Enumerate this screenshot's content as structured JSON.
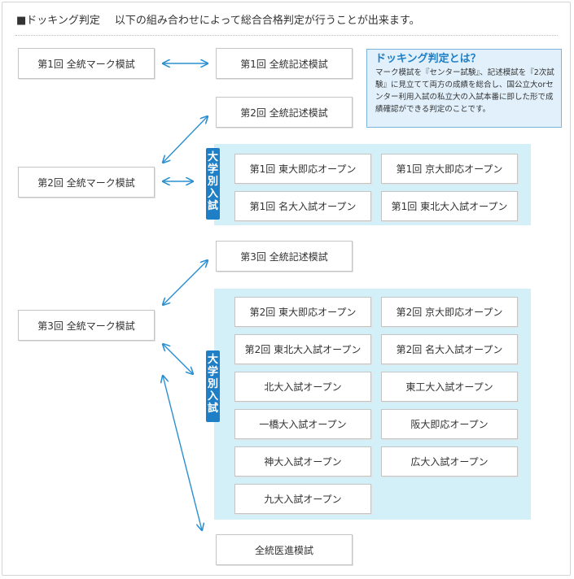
{
  "header": {
    "title": "■ドッキング判定",
    "description": "以下の組み合わせによって総合合格判定が行うことが出来ます。"
  },
  "info": {
    "title": "ドッキング判定とは？",
    "body": "マーク模試を『センター試験』、記述模試を『2次試験』に見立てて両方の成績を総合し、国公立大orセンター利用入試の私立大の入試本番に即した形で成績確認ができる判定のことです。"
  },
  "mark_exams": [
    "第1回 全統マーク模試",
    "第2回 全統マーク模試",
    "第3回 全統マーク模試"
  ],
  "written_exams": [
    "第1回 全統記述模試",
    "第2回 全統記述模試",
    "第3回 全統記述模試"
  ],
  "medical_exam": "全統医進模試",
  "university_label": "大\n学\n別\n入\n試",
  "group1": [
    "第1回 東大即応オープン",
    "第1回 京大即応オープン",
    "第1回 名大入試オープン",
    "第1回 東北大入試オープン"
  ],
  "group2": [
    "第2回 東大即応オープン",
    "第2回 京大即応オープン",
    "第2回 東北大入試オープン",
    "第2回 名大入試オープン",
    "北大入試オープン",
    "東工大入試オープン",
    "一橋大入試オープン",
    "阪大即応オープン",
    "神大入試オープン",
    "広大入試オープン",
    "九大入試オープン"
  ],
  "colors": {
    "arrow": "#2a8fd0",
    "panel": "#d3eff8",
    "label": "#1f7fc6",
    "info_border": "#7ab3db"
  }
}
